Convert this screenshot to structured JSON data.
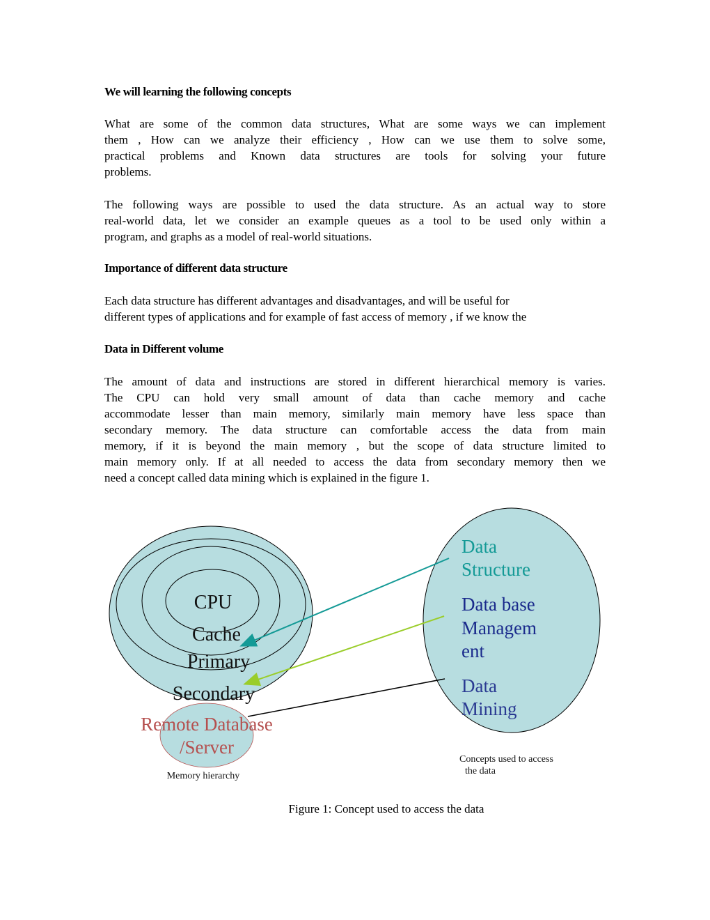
{
  "sections": [
    {
      "heading": "We will learning the following  concepts",
      "lines": [
        "What are some of the common data structures,  What are some ways we can   implement",
        "them ,  How can we analyze their efficiency ,   How can we use them to solve some,",
        "practical problems and    Known data structures are tools for  solving your future",
        "problems."
      ]
    },
    {
      "lines": [
        "The following ways are possible to used the  data structure. As an actual way to store",
        "real-world data, let we consider an example  queues as a tool to be used only within a",
        "program, and graphs as a model of real-world situations."
      ]
    },
    {
      "heading": "Importance of  different data structure",
      "lines": [
        "Each data structure has different advantages  and disadvantages, and will be useful for",
        "different types of applications and for example of fast access of memory ,  if we know the"
      ]
    },
    {
      "heading": "Data in Different volume",
      "lines": [
        "The amount of data and instructions are stored in different hierarchical memory is varies.",
        "The CPU can hold very small amount of data  than cache memory and cache",
        "accommodate lesser than main memory, similarly main memory have less space than",
        "secondary memory. The data structure can comfortable access the data from main",
        "memory, if it is beyond the main memory ,  but  the scope of data structure limited to",
        "main memory only. If at all needed to access the data from secondary memory then we",
        "need a concept called data mining which is explained in the figure 1."
      ]
    }
  ],
  "figure": {
    "memory_hierarchy": {
      "levels": [
        "CPU",
        "Cache",
        "Primary",
        "Secondary"
      ],
      "remote_line1": "Remote Database",
      "remote_line2": "/Server",
      "label": "Memory hierarchy"
    },
    "concepts": {
      "ds_line1": "Data",
      "ds_line2": "Structure",
      "dbm_line1": "Data base",
      "dbm_line2": "Managem",
      "dbm_line3": "ent",
      "dm_line1": "Data",
      "dm_line2": "Mining",
      "label_line1": "Concepts used to access",
      "label_line2": "the data"
    },
    "colors": {
      "fill": "#b7dde0",
      "teal": "#149a96",
      "navy": "#1a2a8c",
      "dm_blue": "#2a3a92",
      "green_arrow": "#9acd2a",
      "remote_red": "#b5504f"
    },
    "caption": "Figure 1: Concept used to access the data"
  }
}
